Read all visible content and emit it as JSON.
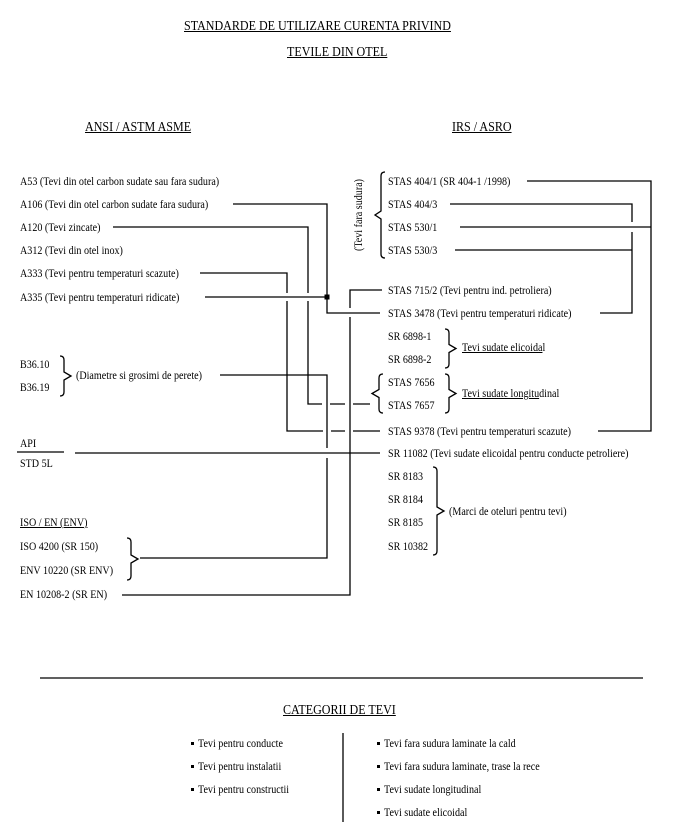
{
  "title": {
    "line1": "STANDARDE DE UTILIZARE CURENTA PRIVIND",
    "line2": "TEVILE DIN OTEL"
  },
  "left_column": {
    "header": "ANSI / ASTM   ASME",
    "astm_items": [
      "A53 (Tevi din otel carbon sudate sau fara sudura)",
      "A106 (Tevi din otel carbon sudate fara sudura)",
      "A120 (Tevi zincate)",
      "A312 (Tevi din otel inox)",
      "A333 (Tevi pentru temperaturi scazute)",
      "A335 (Tevi pentru temperaturi ridicate)"
    ],
    "asme_items": [
      "B36.10",
      "B36.19"
    ],
    "asme_note": "(Diametre si grosimi de perete)",
    "api": {
      "top": "API",
      "bottom": "STD 5L"
    },
    "iso_header": "ISO / EN (ENV)",
    "iso_items": [
      "ISO 4200 (SR 150)",
      "ENV 10220 (SR ENV)",
      "EN 10208-2 (SR EN)"
    ]
  },
  "right_column": {
    "header": "IRS / ASRO",
    "seamless_label": "(Tevi fara sudura)",
    "seamless_items": [
      "STAS 404/1 (SR 404-1 /1998)",
      "STAS 404/3",
      "STAS 530/1",
      "STAS 530/3"
    ],
    "stas_715": "STAS 715/2 (Tevi pentru ind. petroliera)",
    "stas_3478": "STAS 3478  (Tevi pentru temperaturi ridicate)",
    "elicoidal": {
      "items": [
        "SR 6898-1",
        "SR 6898-2"
      ],
      "label_underlined": "Tevi sudate elicoida",
      "label_rest": "l"
    },
    "longitudinal": {
      "items": [
        "STAS 7656",
        "STAS 7657"
      ],
      "label_underlined": "Tevi sudate longitu",
      "label_rest": "dinal"
    },
    "stas_9378": "STAS 9378  (Tevi pentru temperaturi scazute)",
    "sr_11082": "SR 11082  (Tevi sudate elicoidal pentru conducte petroliere)",
    "grades": {
      "items": [
        "SR  8183",
        "SR  8184",
        "SR  8185",
        "SR  10382"
      ],
      "label": "(Marci de oteluri pentru tevi)"
    }
  },
  "categories": {
    "title": "CATEGORII  DE  TEVI",
    "left": [
      "Tevi pentru conducte",
      "Tevi pentru instalatii",
      "Tevi pentru constructii"
    ],
    "right": [
      "Tevi fara sudura laminate la cald",
      "Tevi fara sudura laminate, trase la rece",
      "Tevi sudate longitudinal",
      "Tevi sudate elicoidal"
    ]
  }
}
